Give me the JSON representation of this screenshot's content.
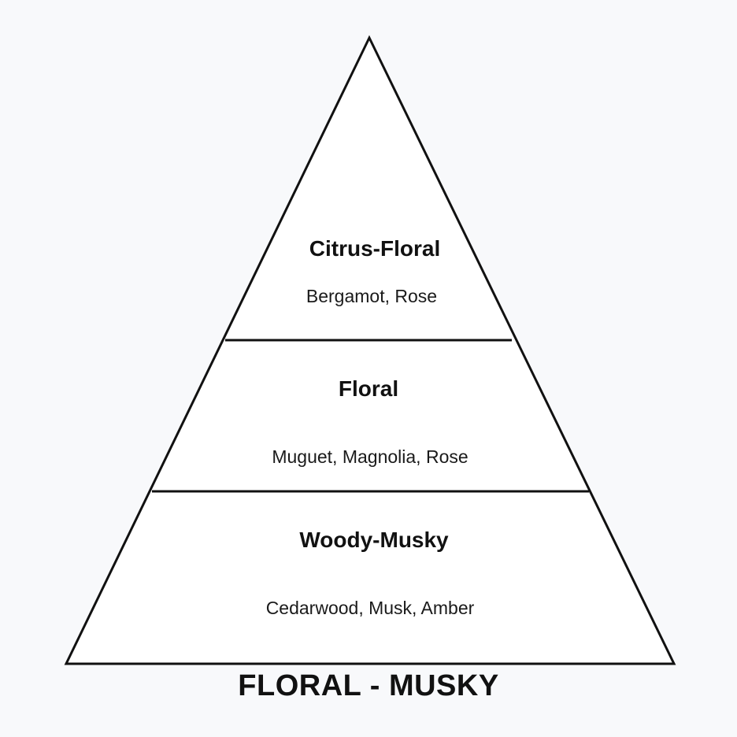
{
  "diagram": {
    "title": "FLORAL - MUSKY",
    "tiers": [
      {
        "title": "Citrus-Floral",
        "notes": "Bergamot, Rose"
      },
      {
        "title": "Floral",
        "notes": "Muguet, Magnolia, Rose"
      },
      {
        "title": "Woody-Musky",
        "notes": "Cedarwood, Musk, Amber"
      }
    ]
  }
}
